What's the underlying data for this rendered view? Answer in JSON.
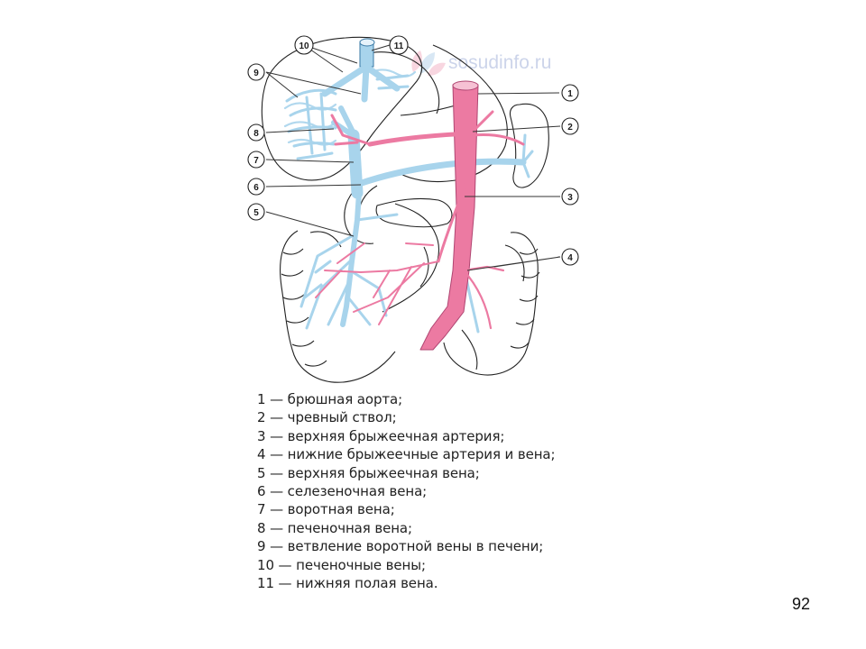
{
  "watermark": "sosudinfo.ru",
  "colors": {
    "veins": "#a8d4ec",
    "arteries": "#ec7aa2",
    "outline": "#222222",
    "leader": "#333333"
  },
  "callouts": [
    "1",
    "2",
    "3",
    "4",
    "5",
    "6",
    "7",
    "8",
    "9",
    "10",
    "11"
  ],
  "legend": [
    "1 — брюшная аорта;",
    "2 — чревный ствол;",
    "3 — верхняя брыжеечная артерия;",
    "4 — нижние брыжеечные артерия и вена;",
    "5 — верхняя брыжеечная вена;",
    "6 — селезеночная вена;",
    "7 — воротная вена;",
    "8 — печеночная вена;",
    "9 — ветвление воротной вены в печени;",
    "10 — печеночные вены;",
    "11 — нижняя полая вена."
  ],
  "page_number": "92"
}
